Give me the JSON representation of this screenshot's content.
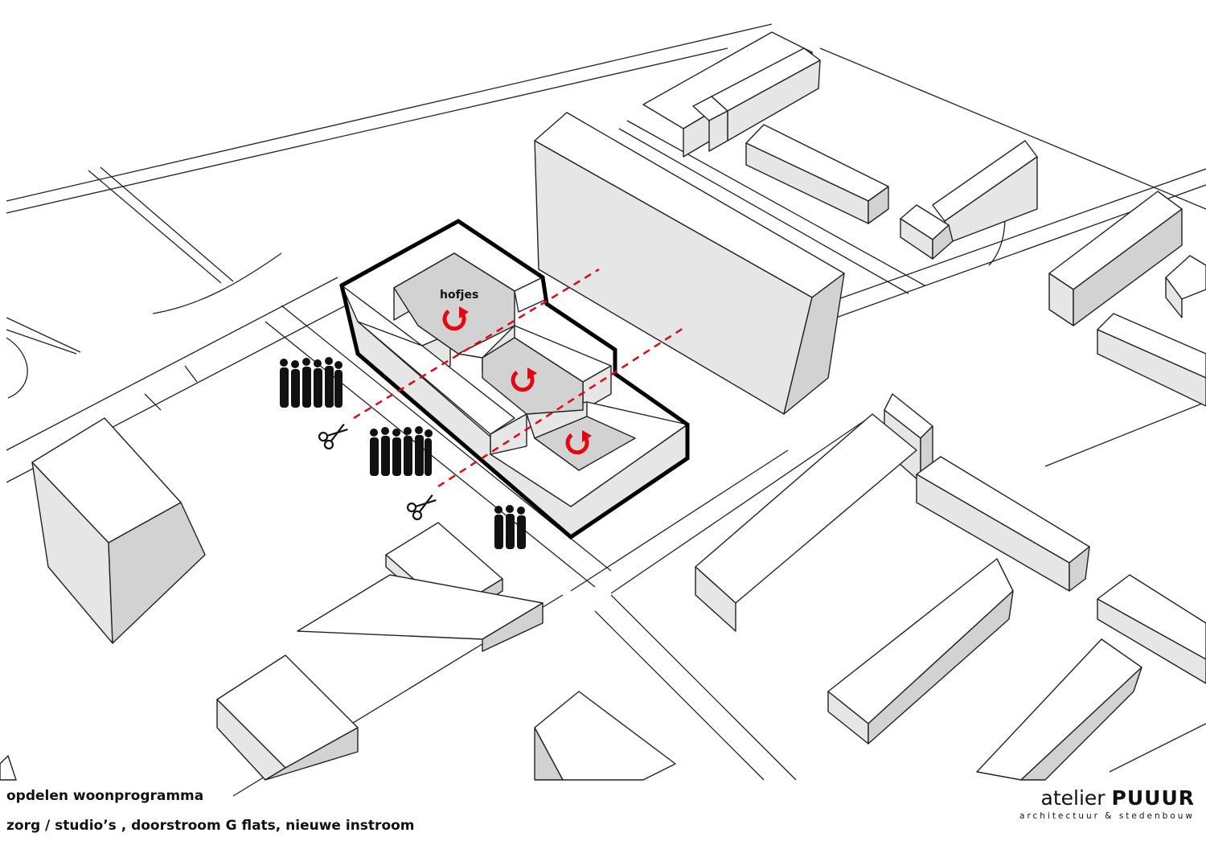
{
  "diagram": {
    "label_courtyards": "hofjes",
    "accent_color": "#e30613"
  },
  "captions": {
    "line1": "opdelen woonprogramma",
    "line2": "zorg / studio’s , doorstroom G flats, nieuwe instroom"
  },
  "brand": {
    "name_light": "atelier ",
    "name_bold": "PUUUR",
    "tagline": "architectuur & stedenbouw"
  }
}
